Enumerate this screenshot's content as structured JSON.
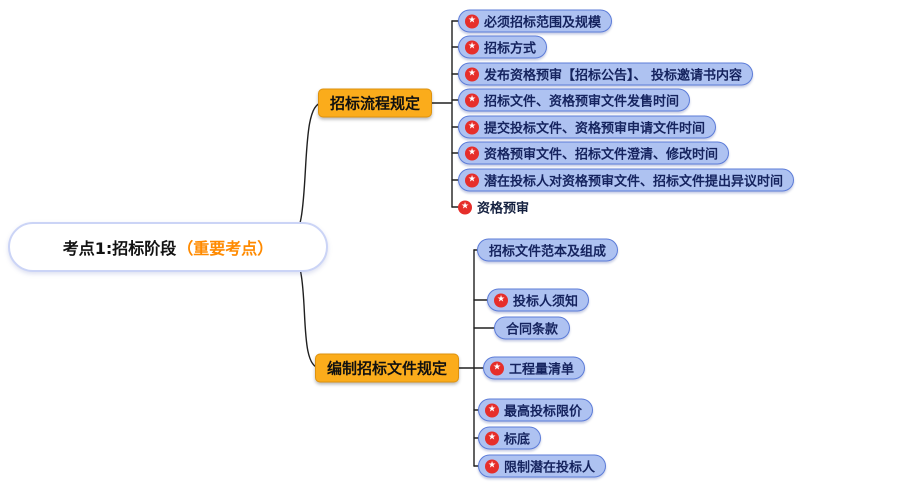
{
  "root": {
    "label": "考点1:招标阶段",
    "highlight": "（重要考点）"
  },
  "branches": [
    {
      "label": "招标流程规定",
      "children": [
        {
          "label": "必须招标范围及规模",
          "star": true
        },
        {
          "label": "招标方式",
          "star": true
        },
        {
          "label": "发布资格预审【招标公告】、 投标邀请书内容",
          "star": true
        },
        {
          "label": "招标文件、资格预审文件发售时间",
          "star": true
        },
        {
          "label": "提交投标文件、资格预审申请文件时间",
          "star": true
        },
        {
          "label": "资格预审文件、招标文件澄清、修改时间",
          "star": true
        },
        {
          "label": "潜在投标人对资格预审文件、招标文件提出异议时间",
          "star": true
        },
        {
          "label": "资格预审",
          "star": true,
          "plain": true
        }
      ]
    },
    {
      "label": "编制招标文件规定",
      "children": [
        {
          "label": "招标文件范本及组成",
          "star": false
        },
        {
          "label": "投标人须知",
          "star": true
        },
        {
          "label": "合同条款",
          "star": false
        },
        {
          "label": "工程量清单",
          "star": true
        },
        {
          "label": "最高投标限价",
          "star": true
        },
        {
          "label": "标底",
          "star": true
        },
        {
          "label": "限制潜在投标人",
          "star": true
        }
      ]
    }
  ],
  "icons": {
    "star": "★"
  },
  "colors": {
    "highlight_orange": "#ff8a00",
    "branch_fill": "#fbac1b",
    "branch_border": "#de920d",
    "pill_fill": "#aec2f1",
    "pill_border": "#5c7cd8",
    "pill_text": "#15235e",
    "star_red": "#e62e2a",
    "line": "#202020",
    "root_border": "#cbd4f6"
  }
}
